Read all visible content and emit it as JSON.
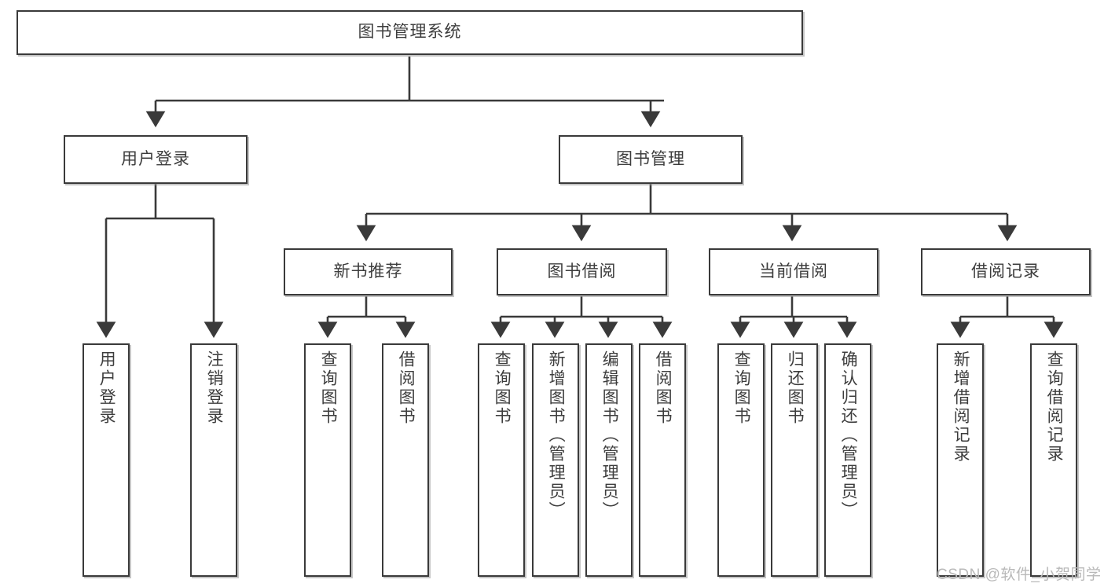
{
  "diagram": {
    "title": "图书管理系统",
    "watermark": "CSDN @软件_小贺同学",
    "nodes": {
      "root": "图书管理系统",
      "level2": [
        {
          "id": "user-login",
          "label": "用户登录"
        },
        {
          "id": "book-management",
          "label": "图书管理"
        }
      ],
      "level3": [
        {
          "id": "new-book-recommend",
          "label": "新书推荐"
        },
        {
          "id": "book-borrow",
          "label": "图书借阅"
        },
        {
          "id": "current-borrow",
          "label": "当前借阅"
        },
        {
          "id": "borrow-record",
          "label": "借阅记录"
        }
      ],
      "leaves": [
        {
          "id": "leaf-user-login",
          "label": "用户登录",
          "parent": "user-login"
        },
        {
          "id": "leaf-logout-login",
          "label": "注销登录",
          "parent": "user-login"
        },
        {
          "id": "leaf-query-book-1",
          "label": "查询图书",
          "parent": "new-book-recommend"
        },
        {
          "id": "leaf-borrow-book-1",
          "label": "借阅图书",
          "parent": "new-book-recommend"
        },
        {
          "id": "leaf-query-book-2",
          "label": "查询图书",
          "parent": "book-borrow"
        },
        {
          "id": "leaf-add-book",
          "label": "新增图书（管理员）",
          "parent": "book-borrow"
        },
        {
          "id": "leaf-edit-book",
          "label": "编辑图书（管理员）",
          "parent": "book-borrow"
        },
        {
          "id": "leaf-borrow-book-2",
          "label": "借阅图书",
          "parent": "book-borrow"
        },
        {
          "id": "leaf-query-book-3",
          "label": "查询图书",
          "parent": "current-borrow"
        },
        {
          "id": "leaf-return-book",
          "label": "归还图书",
          "parent": "current-borrow"
        },
        {
          "id": "leaf-confirm-return",
          "label": "确认归还（管理员）",
          "parent": "current-borrow"
        },
        {
          "id": "leaf-add-record",
          "label": "新增借阅记录",
          "parent": "borrow-record"
        },
        {
          "id": "leaf-query-record",
          "label": "查询借阅记录",
          "parent": "borrow-record"
        }
      ]
    },
    "colors": {
      "stroke": "#3a3a3a",
      "text": "#3d3d3d",
      "background": "#ffffff",
      "watermark": "#b9b9b9"
    }
  }
}
